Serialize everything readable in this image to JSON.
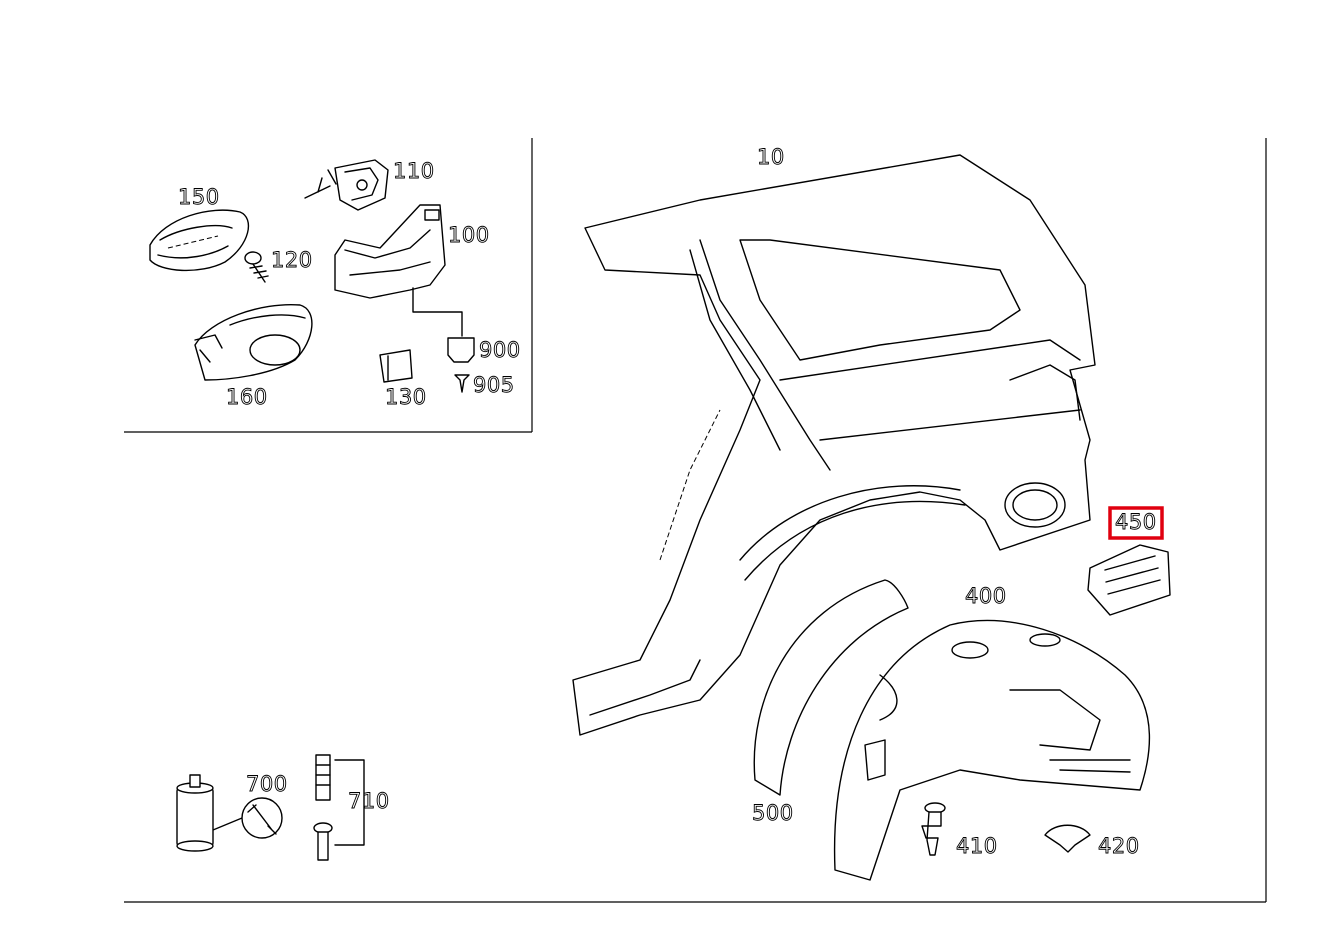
{
  "diagram": {
    "highlight_color": "#e0000f",
    "highlighted_part": "450",
    "labels": {
      "p10": "10",
      "p110": "110",
      "p150": "150",
      "p100": "100",
      "p120": "120",
      "p900": "900",
      "p905": "905",
      "p160": "160",
      "p130": "130",
      "p450": "450",
      "p400": "400",
      "p700": "700",
      "p710": "710",
      "p500": "500",
      "p410": "410",
      "p420": "420"
    }
  }
}
